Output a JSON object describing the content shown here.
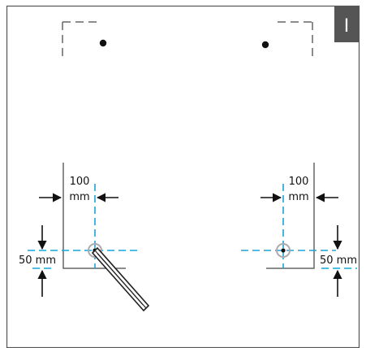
{
  "step_badge": {
    "label": "I",
    "background": "#555555",
    "text_color": "#ffffff"
  },
  "colors": {
    "outline": "#666666",
    "centerline": "#1aa3d9",
    "dimension": "#111111",
    "hole_ring": "#aaaaaa",
    "drill_bit": "#222222"
  },
  "left_detail": {
    "horizontal_offset": {
      "value": "100",
      "unit": "mm"
    },
    "vertical_offset": {
      "label": "50 mm"
    }
  },
  "right_detail": {
    "horizontal_offset": {
      "value": "100",
      "unit": "mm"
    },
    "vertical_offset": {
      "label": "50 mm"
    }
  },
  "icons": {
    "step_badge": "step-badge-icon",
    "drill": "drill-bit-icon",
    "arrow": "arrow-icon",
    "hole": "drill-hole-icon"
  }
}
